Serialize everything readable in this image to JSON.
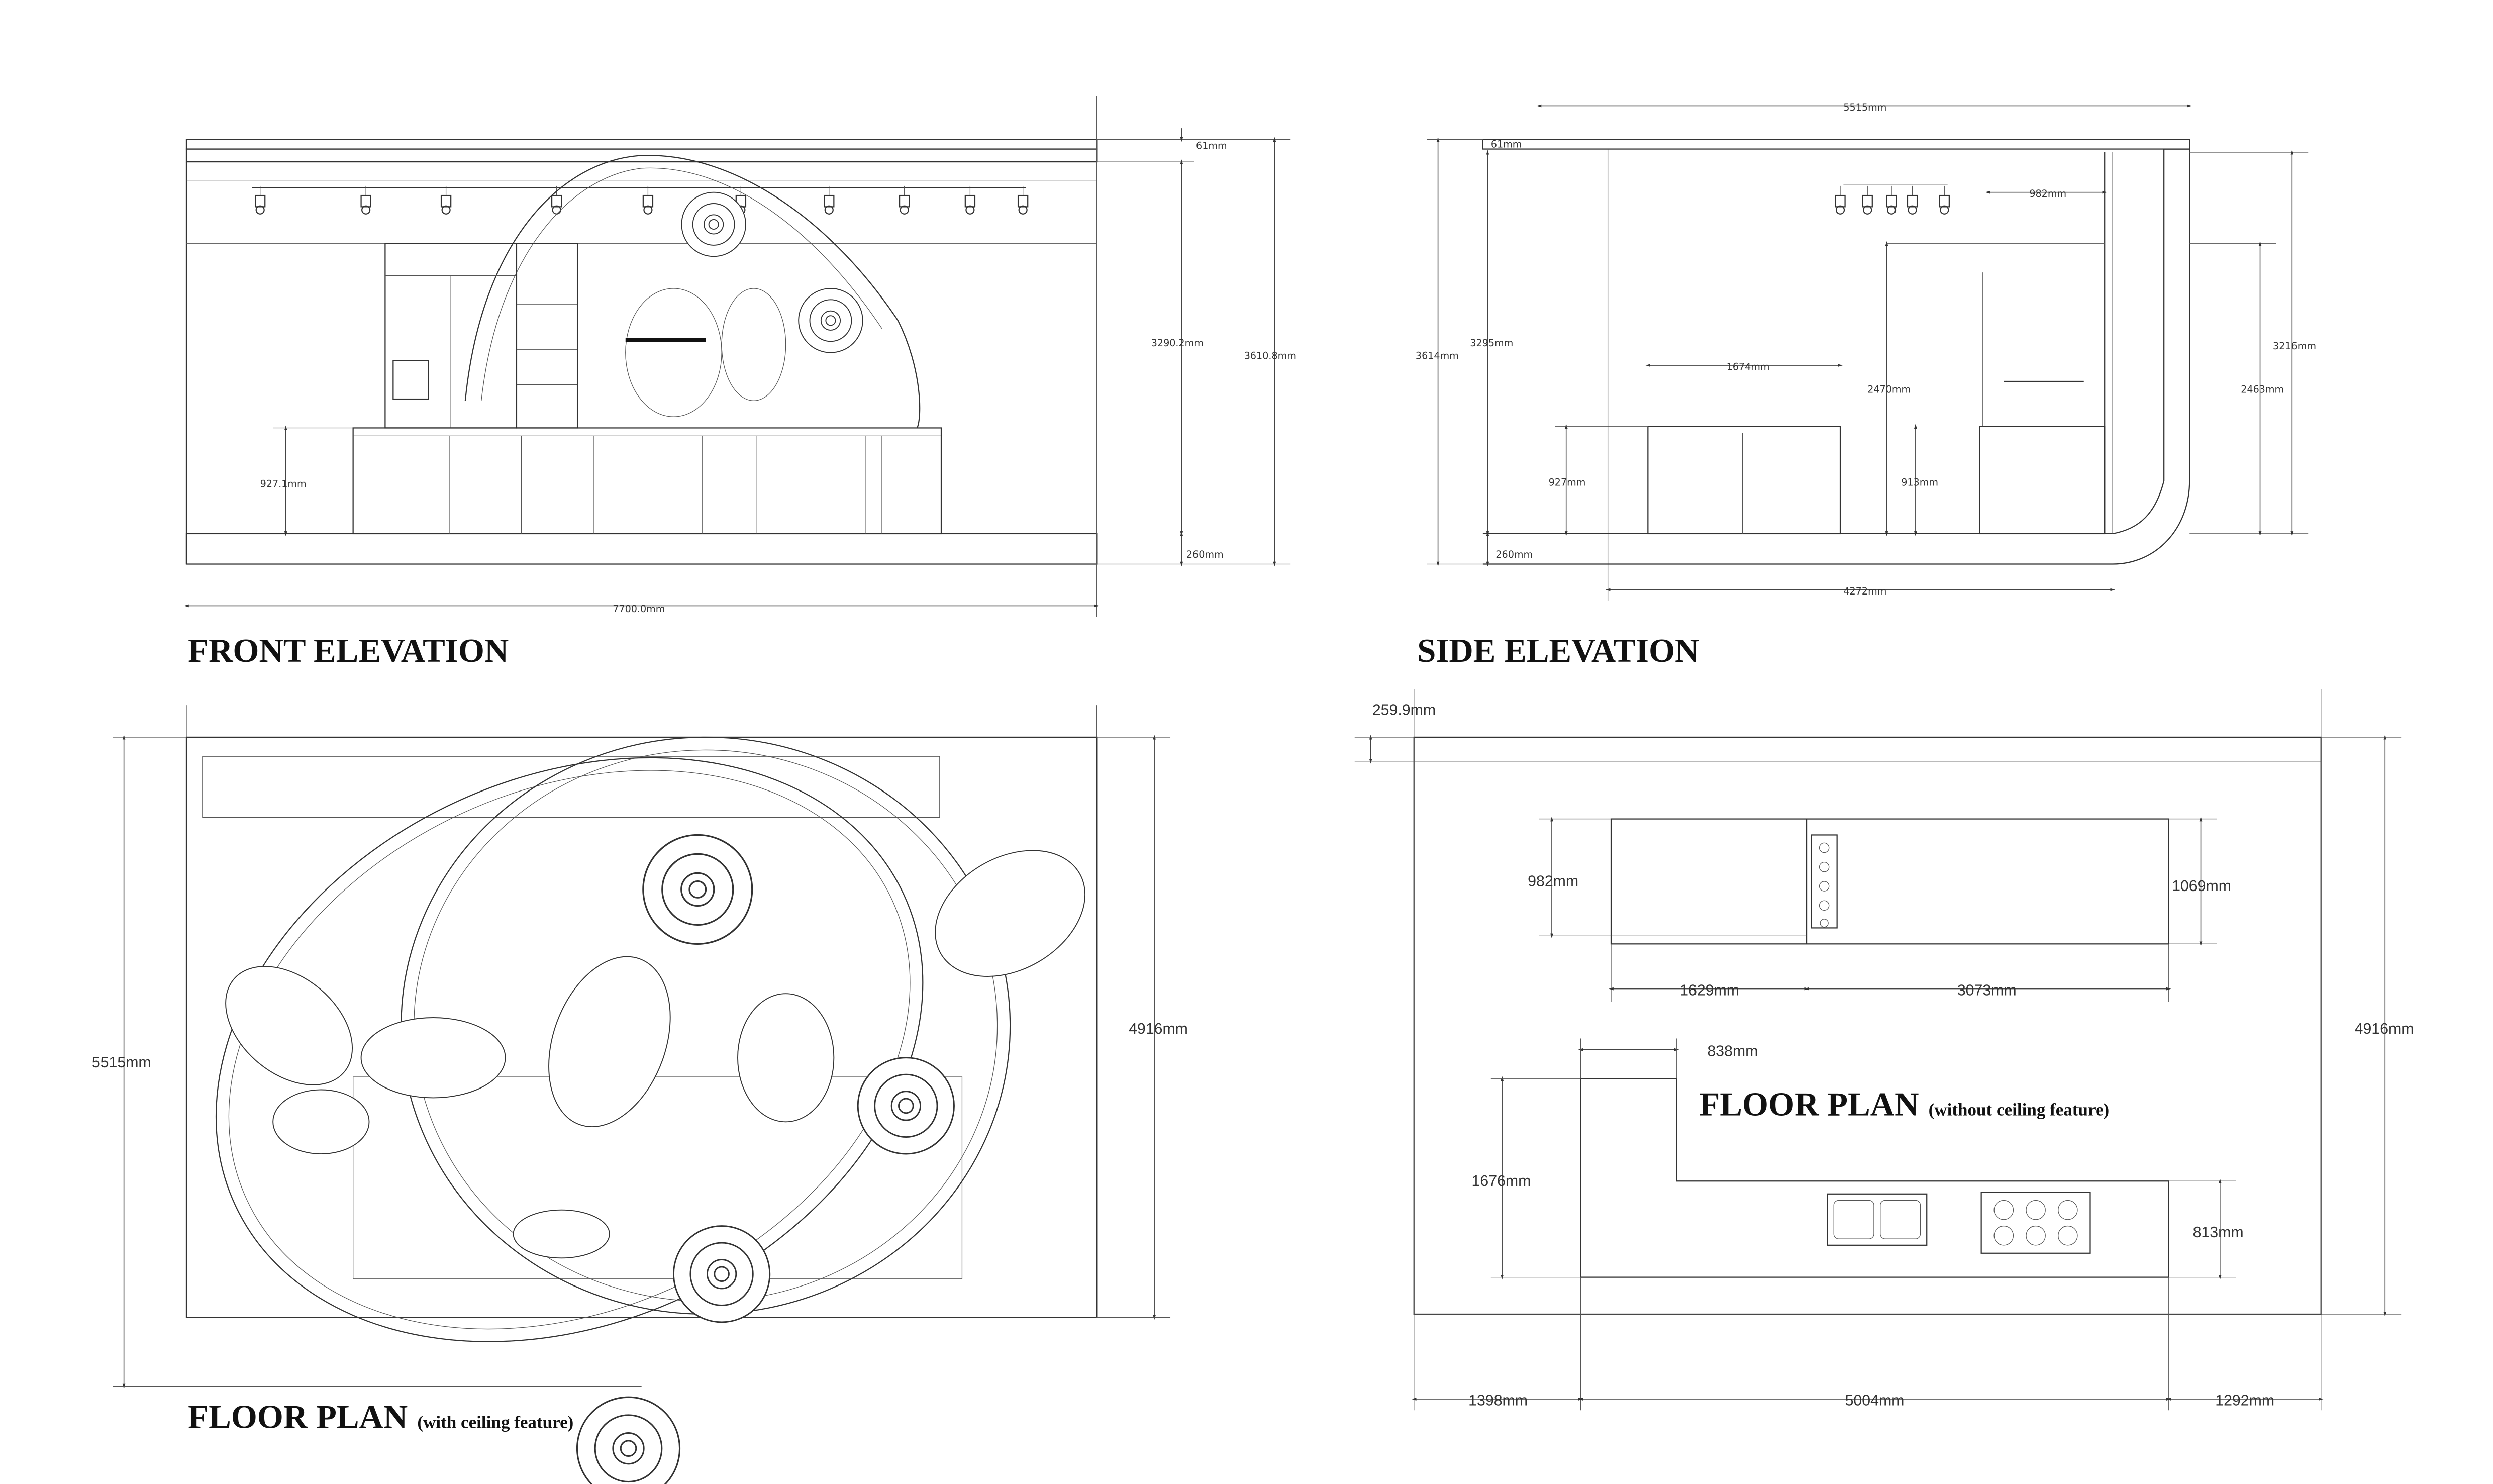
{
  "front_elevation": {
    "title": "FRONT ELEVATION",
    "dims": {
      "ceiling": "61mm",
      "wall_height": "3290.2mm",
      "total_height": "3610.8mm",
      "counter_height": "927.1mm",
      "floor": "260mm",
      "width": "7700.0mm"
    }
  },
  "side_elevation": {
    "title": "SIDE ELEVATION",
    "dims": {
      "top_width": "5515mm",
      "ceiling": "61mm",
      "total_height": "3614mm",
      "wall_height": "3295mm",
      "counter_width": "1674mm",
      "counter_height": "927mm",
      "shelf_height": "2470mm",
      "rear_counter_height": "913mm",
      "rear_depth": "982mm",
      "right_height": "3216mm",
      "right_shelf_height": "2463mm",
      "floor": "260mm",
      "bottom_width": "4272mm"
    }
  },
  "floor_plan_ceiling": {
    "title": "FLOOR PLAN",
    "subtitle": "(with ceiling feature)",
    "dims": {
      "outer_depth": "5515mm",
      "room_depth": "4916mm"
    }
  },
  "floor_plan_plain": {
    "title": "FLOOR PLAN",
    "subtitle": "(without ceiling feature)",
    "dims": {
      "wall_offset": "259.9mm",
      "counter_depth_left": "982mm",
      "counter_depth_right": "1069mm",
      "counter_left_width": "1629mm",
      "counter_right_width": "3073mm",
      "island_return": "838mm",
      "island_depth": "1676mm",
      "island_run_depth": "813mm",
      "room_depth": "4916mm",
      "left_clearance": "1398mm",
      "island_width": "5004mm",
      "right_clearance": "1292mm"
    }
  }
}
